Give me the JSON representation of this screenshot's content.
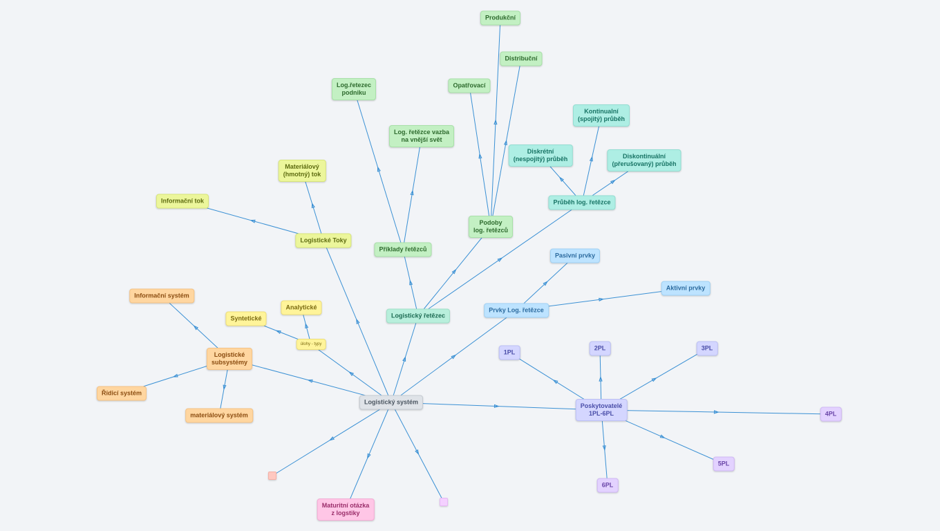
{
  "nodes": [
    {
      "id": "root",
      "lines": [
        "Logistický systém"
      ],
      "color": "root"
    },
    {
      "id": "lr",
      "lines": [
        "Logistický řetězec"
      ],
      "color": "mint"
    },
    {
      "id": "podoby",
      "lines": [
        "Podoby",
        "log. řetězců"
      ],
      "color": "green"
    },
    {
      "id": "produkcni",
      "lines": [
        "Produkční"
      ],
      "color": "green"
    },
    {
      "id": "distribucni",
      "lines": [
        "Distribuční"
      ],
      "color": "green"
    },
    {
      "id": "opatrovaci",
      "lines": [
        "Opatřovací"
      ],
      "color": "green"
    },
    {
      "id": "priklady",
      "lines": [
        "Příklady řetězců"
      ],
      "color": "green"
    },
    {
      "id": "lrp",
      "lines": [
        "Log.řetezec",
        "podniku"
      ],
      "color": "green"
    },
    {
      "id": "lrv",
      "lines": [
        "Log. řetězce vazba",
        "na vnější svět"
      ],
      "color": "green"
    },
    {
      "id": "prubeh",
      "lines": [
        "Průběh log. řetězce"
      ],
      "color": "teal"
    },
    {
      "id": "kontinualni",
      "lines": [
        "Kontinualní",
        "(spojitý) průběh"
      ],
      "color": "teal"
    },
    {
      "id": "diskretni",
      "lines": [
        "Diskrétní",
        "(nespojitý) průběh"
      ],
      "color": "teal"
    },
    {
      "id": "diskontinualni",
      "lines": [
        "Diskontinuální",
        "(přerušovaný) průběh"
      ],
      "color": "teal"
    },
    {
      "id": "toky",
      "lines": [
        "Logistické Toky"
      ],
      "color": "lime"
    },
    {
      "id": "infotok",
      "lines": [
        "Informační tok"
      ],
      "color": "lime"
    },
    {
      "id": "mattok",
      "lines": [
        "Materiálový",
        "(hmotný) tok"
      ],
      "color": "lime"
    },
    {
      "id": "ulohy",
      "lines": [
        "úlohy - typy"
      ],
      "color": "yellow",
      "small": true
    },
    {
      "id": "synteticke",
      "lines": [
        "Syntetické"
      ],
      "color": "yellow"
    },
    {
      "id": "analyticke",
      "lines": [
        "Analytické"
      ],
      "color": "yellow"
    },
    {
      "id": "subs",
      "lines": [
        "Logistické",
        "subsystémy"
      ],
      "color": "orange"
    },
    {
      "id": "infosys",
      "lines": [
        "Informační systém"
      ],
      "color": "orange"
    },
    {
      "id": "ridici",
      "lines": [
        "Řídicí systém"
      ],
      "color": "orange"
    },
    {
      "id": "matsys",
      "lines": [
        "materiálový systém"
      ],
      "color": "orange"
    },
    {
      "id": "prvky",
      "lines": [
        "Prvky Log. řetězce"
      ],
      "color": "sky"
    },
    {
      "id": "pasivni",
      "lines": [
        "Pasivní prvky"
      ],
      "color": "sky"
    },
    {
      "id": "aktivni",
      "lines": [
        "Aktivní prvky"
      ],
      "color": "sky"
    },
    {
      "id": "posk",
      "lines": [
        "Poskytovatelé",
        "1PL-6PL"
      ],
      "color": "indigo"
    },
    {
      "id": "p1",
      "lines": [
        "1PL"
      ],
      "color": "indigo"
    },
    {
      "id": "p2",
      "lines": [
        "2PL"
      ],
      "color": "indigo"
    },
    {
      "id": "p3",
      "lines": [
        "3PL"
      ],
      "color": "indigo"
    },
    {
      "id": "p4",
      "lines": [
        "4PL"
      ],
      "color": "violet"
    },
    {
      "id": "p5",
      "lines": [
        "5PL"
      ],
      "color": "violet"
    },
    {
      "id": "p6",
      "lines": [
        "6PL"
      ],
      "color": "violet"
    },
    {
      "id": "maturitni",
      "lines": [
        "Maturitní otázka",
        "z logstiky"
      ],
      "color": "pink"
    },
    {
      "id": "blank1",
      "lines": [],
      "color": "salmon",
      "blank": true
    },
    {
      "id": "blank2",
      "lines": [],
      "color": "lilac",
      "blank": true
    }
  ],
  "edges": [
    [
      "root",
      "lr"
    ],
    [
      "lr",
      "podoby"
    ],
    [
      "podoby",
      "produkcni"
    ],
    [
      "podoby",
      "distribucni"
    ],
    [
      "podoby",
      "opatrovaci"
    ],
    [
      "lr",
      "priklady"
    ],
    [
      "priklady",
      "lrp"
    ],
    [
      "priklady",
      "lrv"
    ],
    [
      "lr",
      "prubeh"
    ],
    [
      "prubeh",
      "kontinualni"
    ],
    [
      "prubeh",
      "diskretni"
    ],
    [
      "prubeh",
      "diskontinualni"
    ],
    [
      "root",
      "toky"
    ],
    [
      "toky",
      "infotok"
    ],
    [
      "toky",
      "mattok"
    ],
    [
      "root",
      "ulohy"
    ],
    [
      "ulohy",
      "synteticke"
    ],
    [
      "ulohy",
      "analyticke"
    ],
    [
      "root",
      "subs"
    ],
    [
      "subs",
      "infosys"
    ],
    [
      "subs",
      "ridici"
    ],
    [
      "subs",
      "matsys"
    ],
    [
      "root",
      "prvky"
    ],
    [
      "prvky",
      "pasivni"
    ],
    [
      "prvky",
      "aktivni"
    ],
    [
      "root",
      "posk"
    ],
    [
      "posk",
      "p1"
    ],
    [
      "posk",
      "p2"
    ],
    [
      "posk",
      "p3"
    ],
    [
      "posk",
      "p4"
    ],
    [
      "posk",
      "p5"
    ],
    [
      "posk",
      "p6"
    ],
    [
      "root",
      "maturitni"
    ],
    [
      "root",
      "blank1"
    ],
    [
      "root",
      "blank2"
    ]
  ],
  "palette": {
    "edge": "#3a90d4",
    "background": "#f2f4f7"
  }
}
